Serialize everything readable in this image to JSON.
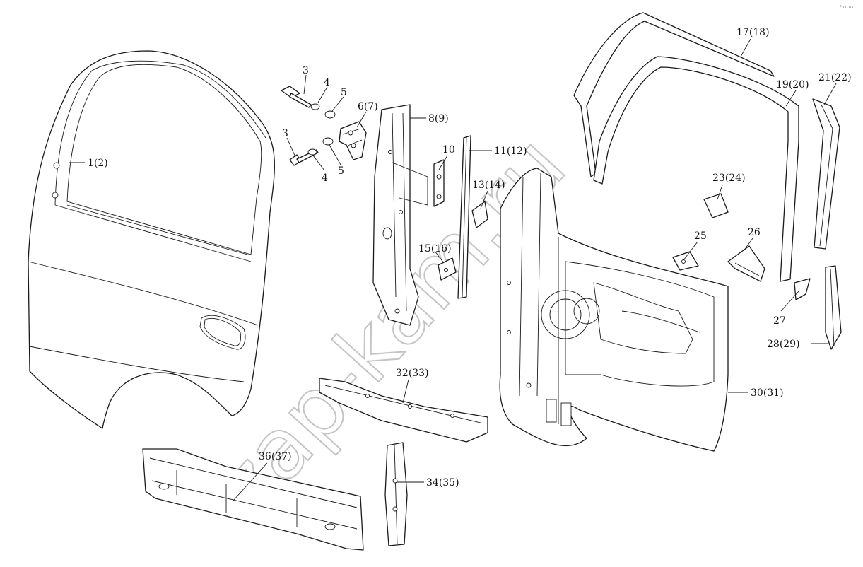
{
  "watermark": "zap-kam.ru",
  "corner_mark": "⁰ ▫▫▫",
  "labels": {
    "l1": "1(2)",
    "l3a": "3",
    "l3b": "3",
    "l4a": "4",
    "l4b": "4",
    "l5a": "5",
    "l5b": "5",
    "l6": "6(7)",
    "l8": "8(9)",
    "l10": "10",
    "l11": "11(12)",
    "l13": "13(14)",
    "l15": "15(16)",
    "l17": "17(18)",
    "l19": "19(20)",
    "l21": "21(22)",
    "l23": "23(24)",
    "l25": "25",
    "l26": "26",
    "l27": "27",
    "l28": "28(29)",
    "l30": "30(31)",
    "l32": "32(33)",
    "l34": "34(35)",
    "l36": "36(37)"
  }
}
